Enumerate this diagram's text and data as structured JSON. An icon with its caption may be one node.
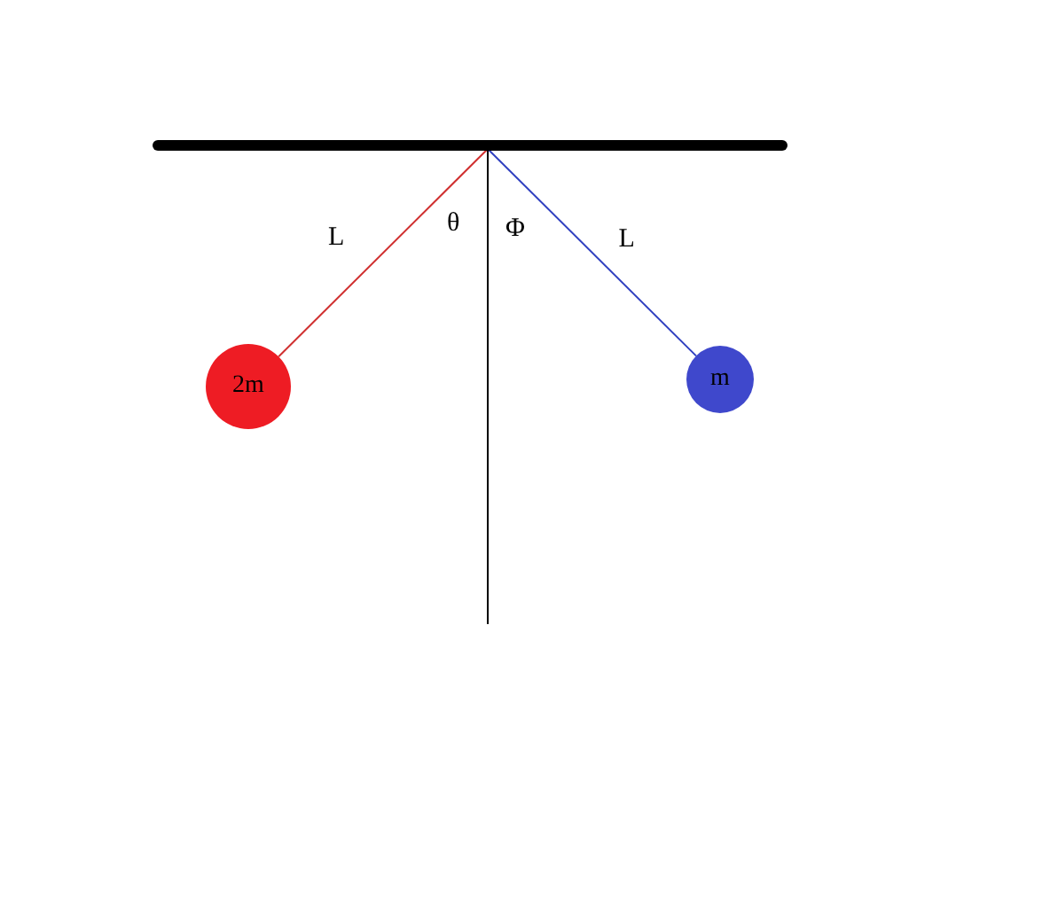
{
  "diagram": {
    "nodes": [
      {
        "text": [],
        "shape": "bar"
      },
      {
        "text": [
          "2m"
        ]
      },
      {
        "text": [
          "m"
        ]
      }
    ],
    "edges": [
      {
        "from": 0,
        "to": 1,
        "arrow": "none",
        "label": "L",
        "color": "#d03030"
      },
      {
        "from": 0,
        "to": 2,
        "arrow": "none",
        "label": "L",
        "color": "#3040c0"
      }
    ],
    "labels": [
      "θ",
      "Φ"
    ]
  }
}
